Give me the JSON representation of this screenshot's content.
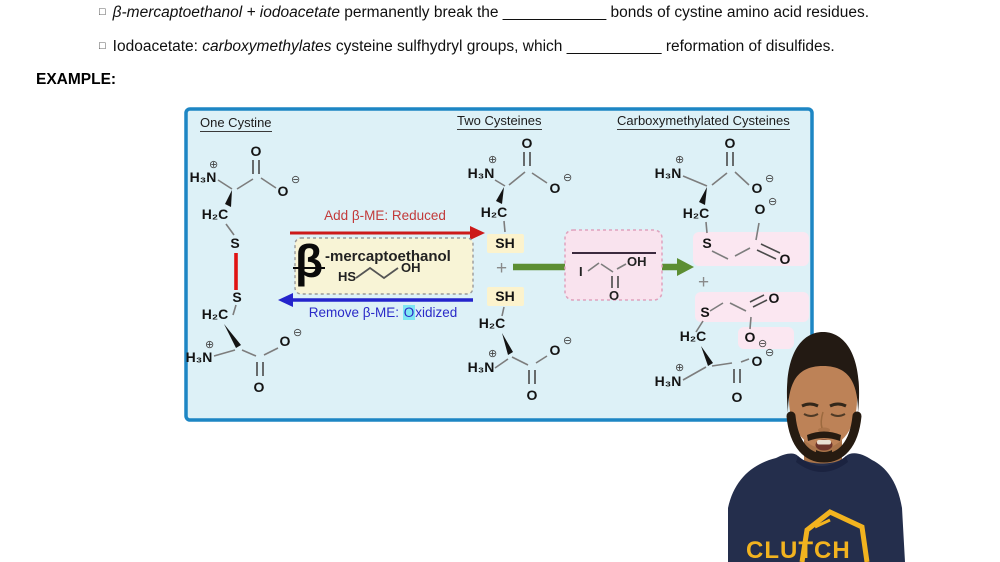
{
  "page": {
    "bullet1": {
      "marker": "□",
      "italic": "β-mercaptoethanol + iodoacetate",
      "t2": " permanently break the ",
      "blank": "____________",
      "t3": " bonds of cystine amino acid residues."
    },
    "bullet2": {
      "marker": "□",
      "t1": "Iodoacetate: ",
      "italic": "carboxymethylates",
      "t2": " cysteine sulfhydryl groups, which ",
      "blank": "___________",
      "t3": " reformation of disulfides."
    },
    "example_label": "EXAMPLE:"
  },
  "diagram": {
    "headers": {
      "left": "One Cystine",
      "middle": "Two Cysteines",
      "right": "Carboxymethylated Cysteines"
    },
    "labels": {
      "add": "Add β-ME: Reduced",
      "remove_pre": "Remove β-ME: ",
      "remove_hl": "O",
      "remove_post": "xidized"
    },
    "bme": {
      "beta": "β",
      "name": "-mercaptoethanol",
      "hs": "HS",
      "oh": "OH"
    },
    "iodo": {
      "i": "I",
      "oh": "OH",
      "o": "O"
    },
    "atoms": {
      "o": "O",
      "ominus": "⊖",
      "oplus": "⊕",
      "h3n": "H₃N",
      "h2c": "H₂C",
      "s": "S",
      "sh": "SH",
      "plus": "+"
    },
    "colors": {
      "box_border": "#1d86c4",
      "box_fill": "#ddf1f7",
      "red": "#cc1a1a",
      "blue": "#2424cc",
      "green": "#5c8e33",
      "disulfide": "#e01313",
      "cyan_highlight": "#7fe6f3"
    }
  },
  "webcam": {
    "shirt_text": "CLUTCH"
  }
}
